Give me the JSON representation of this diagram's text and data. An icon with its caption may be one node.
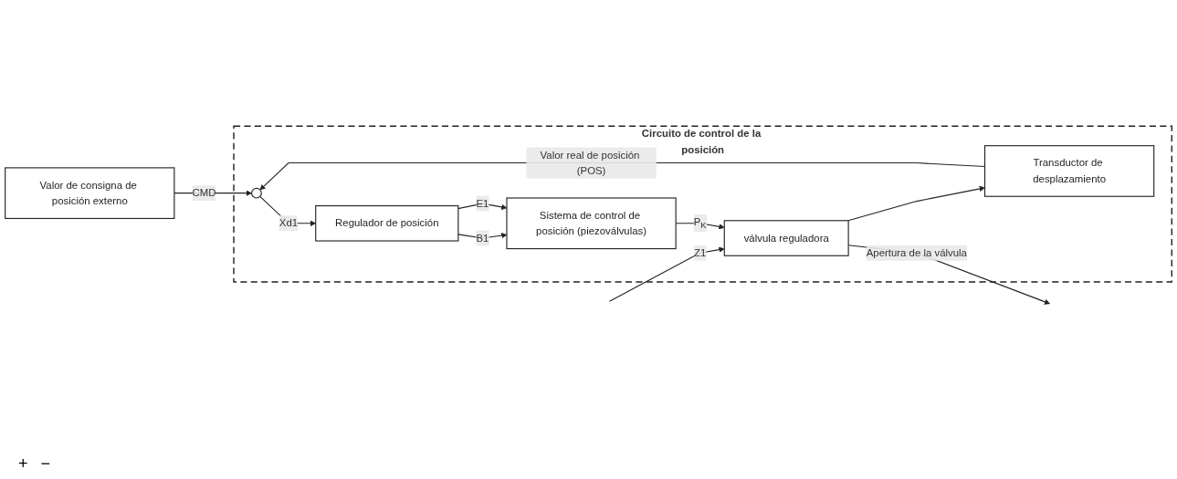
{
  "diagram": {
    "nodes": [
      {
        "text": [
          "Circuito de control de la posición"
        ]
      },
      {
        "text": [
          "Valor de consigna de posición externo"
        ]
      },
      {
        "text": [],
        "shape": "circle",
        "in": 0
      },
      {
        "text": [
          "Regulador de posición"
        ],
        "in": 0
      },
      {
        "text": [
          "Sistema de control de posición (piezoválvulas)"
        ],
        "in": 0
      },
      {
        "text": [
          "válvula reguladora"
        ],
        "in": 0
      },
      {
        "text": [
          "Transductor de desplazamiento"
        ],
        "in": 0
      }
    ],
    "edges": [
      {
        "from": 1,
        "to": 2,
        "arrow": "to",
        "label": "CMD"
      },
      {
        "from": 2,
        "to": 3,
        "arrow": "to",
        "label": "Xd1"
      },
      {
        "from": 3,
        "to": 4,
        "arrow": "to",
        "label": "B1"
      },
      {
        "from": 3,
        "to": 4,
        "arrow": "to",
        "label": "E1"
      },
      {
        "from": 4,
        "to": 5,
        "arrow": "to",
        "label": "P$_{K}$"
      },
      {
        "from": 5,
        "to": null,
        "arrow": "to",
        "label": "Apertura de la válvula"
      },
      {
        "from": 5,
        "to": 6,
        "arrow": "to"
      },
      {
        "from": 6,
        "to": 2,
        "arrow": "to",
        "label": "Valor real de posición (POS)"
      },
      {
        "from": null,
        "to": 5,
        "arrow": "to",
        "label": "Z1"
      }
    ],
    "labels": [
      "+",
      "−"
    ]
  }
}
